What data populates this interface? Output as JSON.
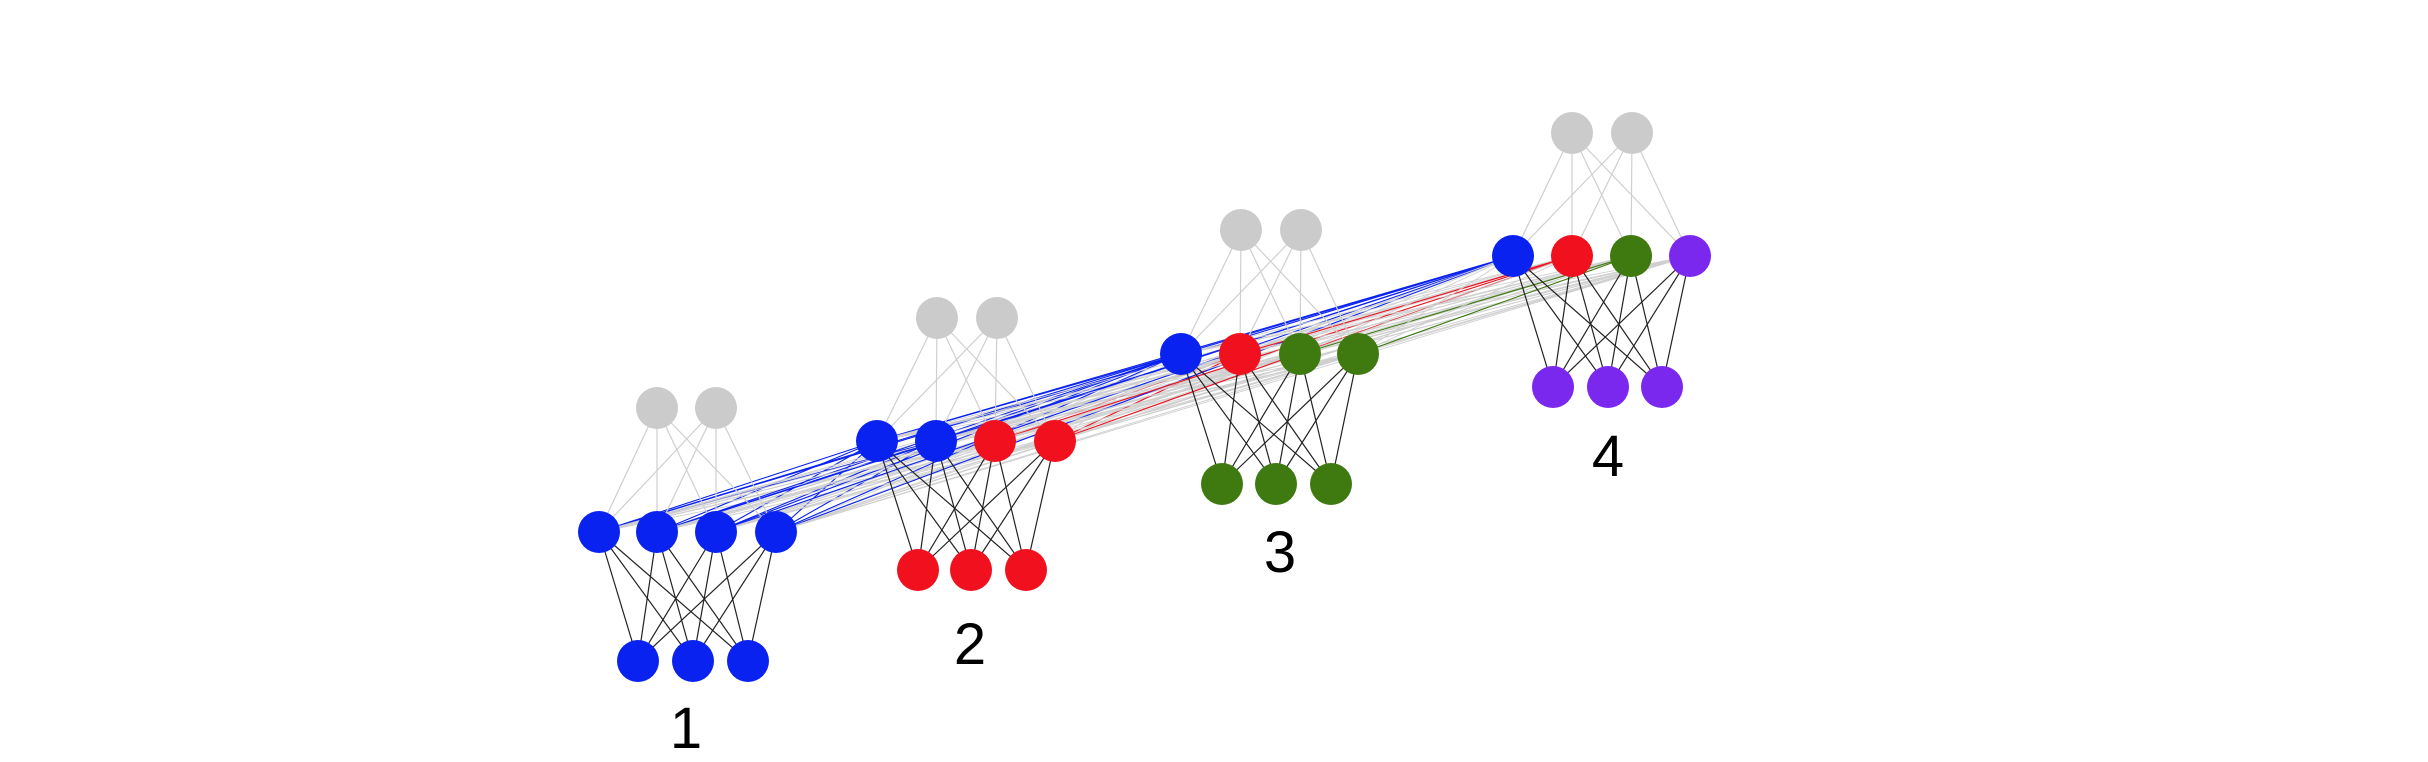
{
  "colors": {
    "task1": "#0a22f0",
    "task2": "#f0101e",
    "task3": "#3f7a10",
    "task4": "#7b28ee",
    "inactive_node": "#cbcbcb",
    "active_edge": "#222222",
    "inactive_edge": "#cfcfcf"
  },
  "columns": [
    {
      "label": "1",
      "hidden_colors": [
        "task1",
        "task1",
        "task1",
        "task1"
      ],
      "input_color": "task1",
      "input_count": 3,
      "output_count": 2
    },
    {
      "label": "2",
      "hidden_colors": [
        "task1",
        "task1",
        "task2",
        "task2"
      ],
      "input_color": "task2",
      "input_count": 3,
      "output_count": 2
    },
    {
      "label": "3",
      "hidden_colors": [
        "task1",
        "task2",
        "task3",
        "task3"
      ],
      "input_color": "task3",
      "input_count": 3,
      "output_count": 2
    },
    {
      "label": "4",
      "hidden_colors": [
        "task1",
        "task2",
        "task3",
        "task4"
      ],
      "input_color": "task4",
      "input_count": 3,
      "output_count": 2
    }
  ]
}
